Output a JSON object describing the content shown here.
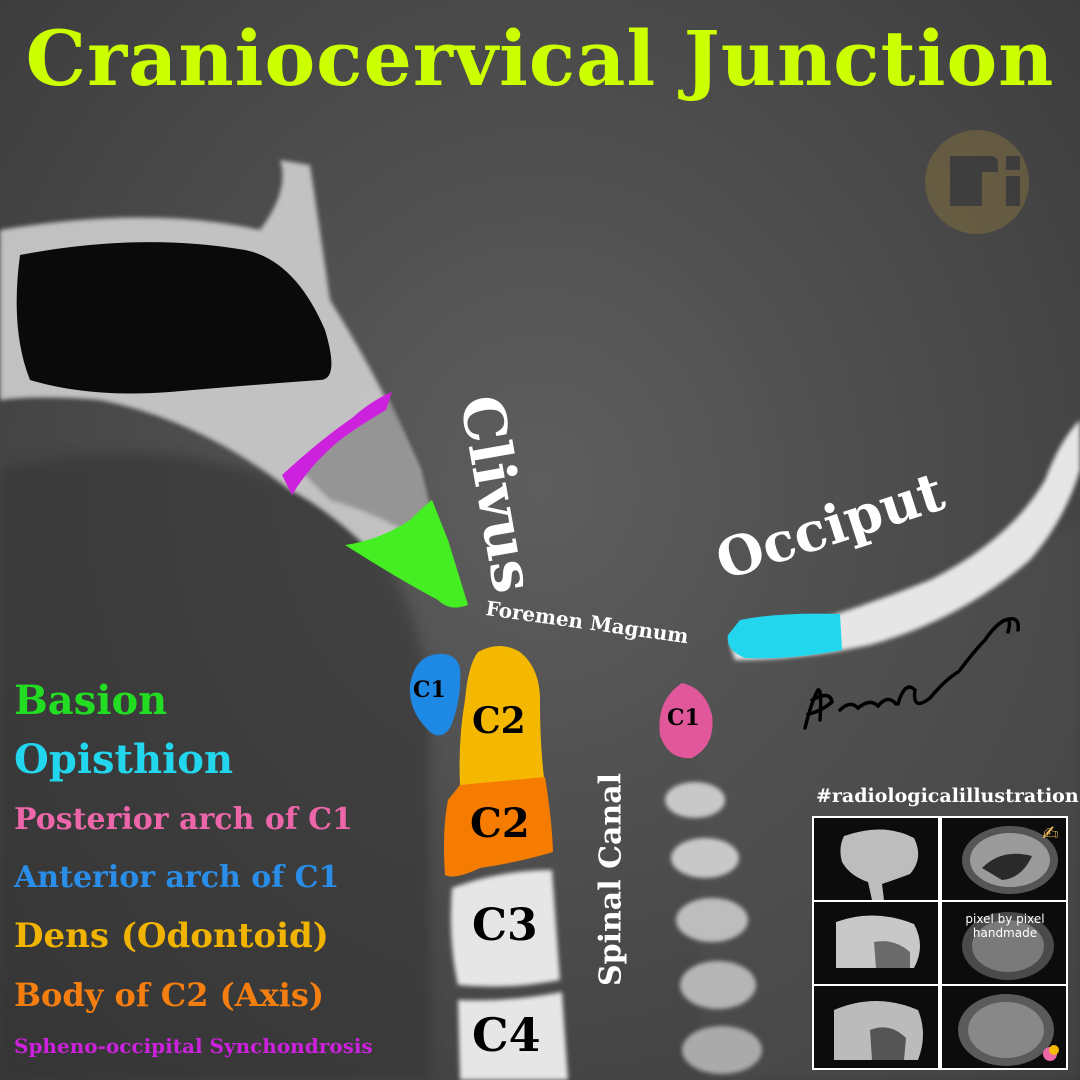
{
  "title": "Craniocervical Junction",
  "labels": {
    "clivus": "Clivus",
    "occiput": "Occiput",
    "foramen": "Foremen Magnum",
    "spinal_canal": "Spinal Canal",
    "c1_anterior": "C1",
    "c1_posterior": "C1",
    "c2_dens": "C2",
    "c2_body": "C2",
    "c3": "C3",
    "c4": "C4"
  },
  "legend": [
    {
      "text": "Basion",
      "color": "#22dd22"
    },
    {
      "text": "Opisthion",
      "color": "#22d6ee"
    },
    {
      "text": "Posterior arch of C1",
      "color": "#ee66aa"
    },
    {
      "text": "Anterior arch of C1",
      "color": "#2a8de8"
    },
    {
      "text": "Dens (Odontoid)",
      "color": "#f0b400"
    },
    {
      "text": "Body of C2 (Axis)",
      "color": "#f57e10"
    },
    {
      "text": "Spheno-occipital Synchondrosis",
      "color": "#cc22dd"
    }
  ],
  "colors": {
    "title": "#ccff00",
    "basion": "#44ee22",
    "opisthion": "#22d6ee",
    "posterior_arch_c1": "#e0589a",
    "anterior_arch_c1": "#1e88e5",
    "dens": "#f5b800",
    "body_c2": "#f57c00",
    "synchondrosis": "#cc22dd",
    "bone": "#e6e6e6"
  },
  "hashtag": "#radiologicalillustration",
  "thumb_note": "pixel by pixel handmade",
  "logo_icon": "ri-logo-icon",
  "signature_icon": "signature-icon"
}
